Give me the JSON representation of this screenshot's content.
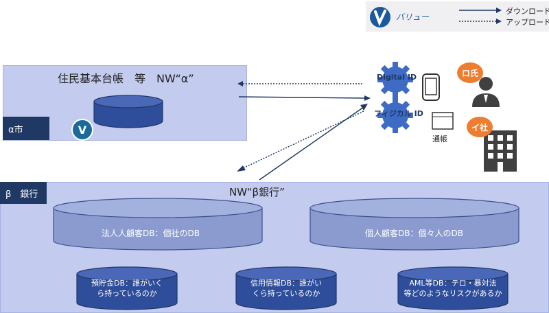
{
  "legend": {
    "brand": "バリュー",
    "download": "ダウンロード",
    "upload": "アップロード"
  },
  "alpha_city": {
    "title": "住民基本台帳　等　NW“α”",
    "tag": "α市"
  },
  "beta_bank": {
    "tag": "β　銀行",
    "title": "NW“β銀行”",
    "db_corporate": "法人人顧客DB：個社のDB",
    "db_personal": "個人顧客DB：個々人のDB",
    "db_deposit": [
      "預貯金DB：誰がいく",
      "ら持っているのか"
    ],
    "db_credit": [
      "信用情報DB：誰がい",
      "くら持っているのか"
    ],
    "db_aml": [
      "AML等DB：テロ・暴対法",
      "等どのようなリスクがあるか"
    ]
  },
  "ids": {
    "digital": "Digital ID",
    "physical": "フィジカル ID",
    "passbook": "通帳"
  },
  "actors": {
    "person": "ロ氏",
    "company": "イ社"
  },
  "v_mark": "V",
  "colors": {
    "navy": "#1f3864",
    "region": "#c3cbee",
    "cylinder": "#8b9bd0",
    "cylinder_dark": "#2e4d9b",
    "gear": "#3e6bc4",
    "badge": "#ed7d31"
  }
}
